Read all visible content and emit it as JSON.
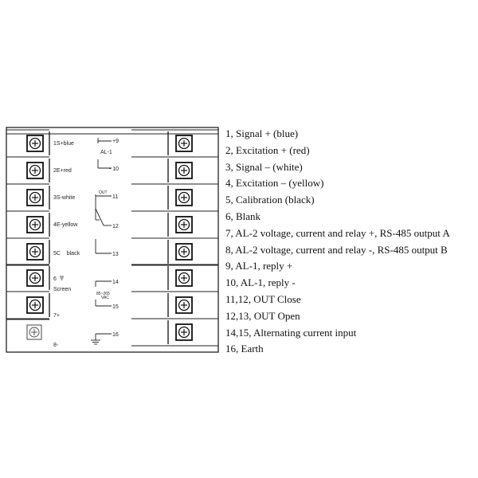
{
  "left_terminals": [
    {
      "label": "1S+blue"
    },
    {
      "label": "2E+red"
    },
    {
      "label": "3S-white"
    },
    {
      "label": "4E-yellow"
    },
    {
      "label": "5C    black"
    },
    {
      "label": "6",
      "sub": "Screen"
    },
    {
      "label": "7+"
    },
    {
      "label": "8-"
    }
  ],
  "inner_labels": {
    "t9": "+9",
    "al1": "AL-1",
    "t10": "- 10",
    "out": "OUT",
    "t11": "11",
    "t12": "12",
    "t13": "13",
    "t14": "14",
    "vac_range": "85~265",
    "vac_unit": "VAC",
    "t15": "15",
    "t16": "16"
  },
  "legend": [
    "1, Signal + (blue)",
    "2, Excitation + (red)",
    "3, Signal – (white)",
    "4, Excitation – (yellow)",
    "5, Calibration (black)",
    "6, Blank",
    "7, AL-2 voltage, current and relay +, RS-485 output A",
    "8, AL-2 voltage, current and relay -, RS-485 output B",
    "9, AL-1, reply +",
    "10, AL-1, reply -",
    "11,12, OUT Close",
    "12,13, OUT Open",
    "14,15, Alternating current input",
    "16, Earth"
  ]
}
